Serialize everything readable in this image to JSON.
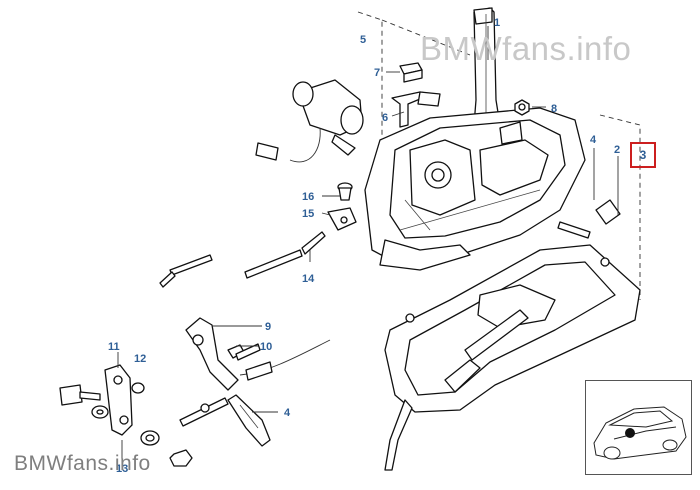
{
  "watermark": {
    "top": "BMWfans.info",
    "bottom": "BMWfans.info"
  },
  "callouts": {
    "c1": "1",
    "c2": "2",
    "c3": "3",
    "c4a": "4",
    "c4b": "4",
    "c5": "5",
    "c6": "6",
    "c7": "7",
    "c8": "8",
    "c9": "9",
    "c10": "10",
    "c11": "11",
    "c12": "12",
    "c13": "13",
    "c14": "14",
    "c15": "15",
    "c16": "16"
  },
  "highlighted_part": "3",
  "colors": {
    "callout": "#2f5f96",
    "highlight": "#cc1f1f",
    "watermark": "#c8c8c8"
  }
}
